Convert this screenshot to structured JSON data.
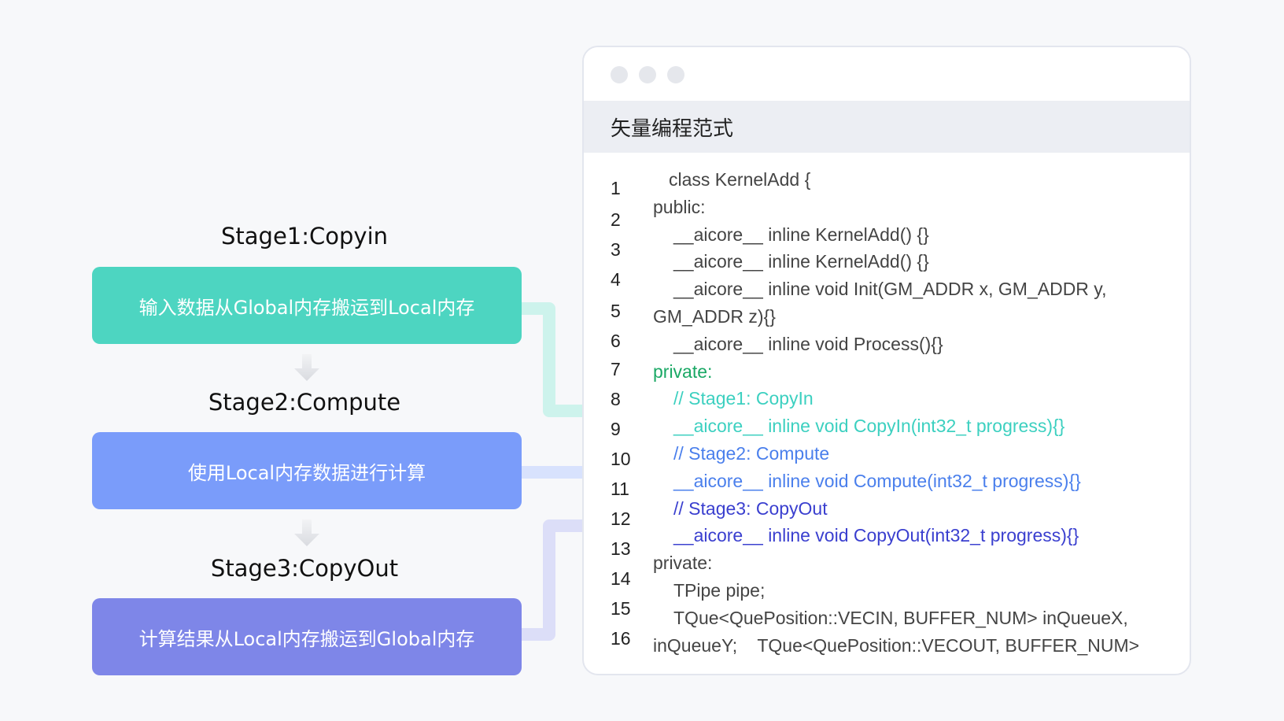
{
  "stages": [
    {
      "title": "Stage1:Copyin",
      "description": "输入数据从Global内存搬运到Local内存",
      "color": "#4dd5c1"
    },
    {
      "title": "Stage2:Compute",
      "description": "使用Local内存数据进行计算",
      "color": "#7a9cfa"
    },
    {
      "title": "Stage3:CopyOut",
      "description": "计算结果从Local内存搬运到Global内存",
      "color": "#7e86e8"
    }
  ],
  "connector_colors": [
    "#cdf3ec",
    "#d8e2fd",
    "#dcdef8"
  ],
  "code_window": {
    "title": "矢量编程范式",
    "line_numbers": [
      "1",
      "2",
      "3",
      "4",
      "5",
      "6",
      "7",
      "8",
      "9",
      "10",
      "11",
      "12",
      "13",
      "14",
      "15",
      "16"
    ],
    "lines": [
      {
        "text": "class KernelAdd {",
        "color": "#444444"
      },
      {
        "text": "public:",
        "color": "#444444"
      },
      {
        "text": "__aicore__ inline KernelAdd() {}",
        "color": "#444444"
      },
      {
        "text": "__aicore__ inline KernelAdd() {}",
        "color": "#444444"
      },
      {
        "text": "__aicore__ inline void Init(GM_ADDR x, GM_ADDR y,",
        "color": "#444444"
      },
      {
        "text": "GM_ADDR z){}",
        "color": "#444444"
      },
      {
        "text": "__aicore__ inline void Process(){}",
        "color": "#444444"
      },
      {
        "text": "private:",
        "color": "#1aa865"
      },
      {
        "text": "// Stage1: CopyIn",
        "color": "#3cd0c0"
      },
      {
        "text": "__aicore__ inline void CopyIn(int32_t progress){}",
        "color": "#3cd0c0"
      },
      {
        "text": "// Stage2: Compute",
        "color": "#4a7fec"
      },
      {
        "text": "__aicore__ inline void Compute(int32_t progress){}",
        "color": "#4a7fec"
      },
      {
        "text": "// Stage3: CopyOut",
        "color": "#3a3fcf"
      },
      {
        "text": "__aicore__ inline void CopyOut(int32_t progress){}",
        "color": "#3a3fcf"
      },
      {
        "text": "private:",
        "color": "#444444"
      },
      {
        "text": "TPipe pipe;",
        "color": "#444444"
      },
      {
        "text": "TQue<QuePosition::VECIN, BUFFER_NUM> inQueueX,",
        "color": "#444444"
      },
      {
        "text": "inQueueY;    TQue<QuePosition::VECOUT, BUFFER_NUM>",
        "color": "#444444"
      }
    ]
  }
}
